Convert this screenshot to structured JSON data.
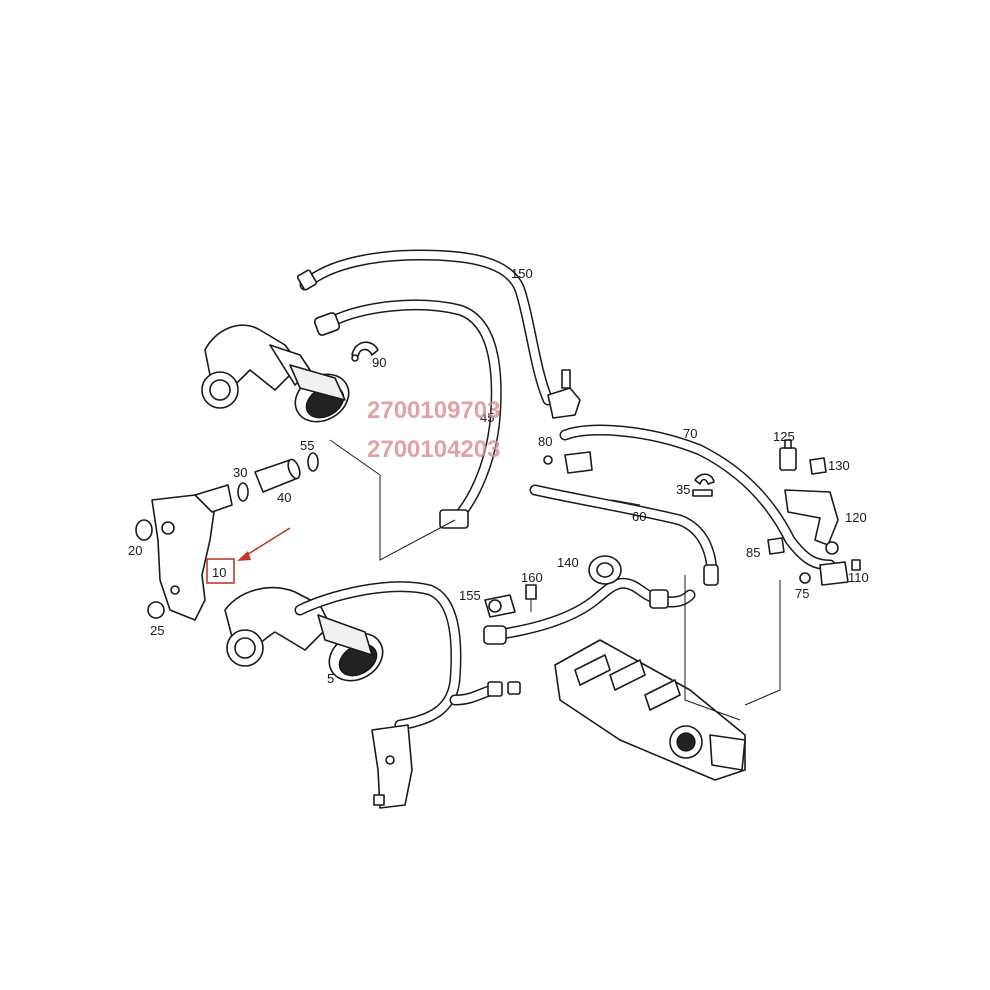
{
  "callouts": {
    "c5": "5",
    "c10": "10",
    "c20": "20",
    "c25": "25",
    "c30": "30",
    "c35": "35",
    "c40": "40",
    "c45": "45",
    "c55": "55",
    "c60": "60",
    "c70": "70",
    "c75": "75",
    "c80": "80",
    "c85": "85",
    "c90": "90",
    "c110": "110",
    "c120": "120",
    "c125": "125",
    "c130": "130",
    "c140": "140",
    "c150": "150",
    "c155": "155",
    "c160": "160"
  },
  "watermark": {
    "line1": "2700109703",
    "line2": "2700104203"
  },
  "highlight": {
    "label": "10",
    "color": "#c0392b"
  }
}
